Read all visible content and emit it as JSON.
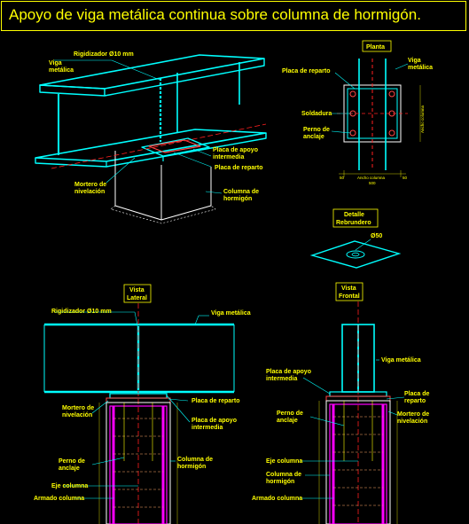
{
  "title": "Apoyo de viga metálica continua sobre columna de hormigón.",
  "colors": {
    "accent": "#ffff00",
    "beam": "#00ffff",
    "steel_plate": "#ff4444",
    "rebar": "#ff00ff",
    "axis": "#ff2020"
  },
  "iso_view": {
    "rigidizador": "Rigidizador Ø10 mm",
    "viga_1": "Viga",
    "viga_2": "metálica",
    "placa_apoyo_1": "Placa de apoyo",
    "placa_apoyo_2": "intermedia",
    "placa_reparto": "Placa de reparto",
    "mortero_1": "Mortero de",
    "mortero_2": "nivelación",
    "columna_1": "Columna de",
    "columna_2": "hormigón"
  },
  "plan_view": {
    "title": "Planta",
    "placa_reparto": "Placa de reparto",
    "viga_1": "Viga",
    "viga_2": "metálica",
    "soldadura": "Soldadura",
    "perno_1": "Perno de",
    "perno_2": "anclaje",
    "eje_columna": "Ancho columna",
    "dim_500": "500",
    "dim_50a": "50",
    "dim_50b": "50",
    "dim_side": "Ancho columna"
  },
  "detail": {
    "title_1": "Detalle",
    "title_2": "Rebrundero",
    "diam": "Ø50"
  },
  "lateral_view": {
    "title_1": "Vista",
    "title_2": "Lateral",
    "rigidizador": "Rigidizador Ø10 mm",
    "viga": "Viga metálica",
    "mortero_1": "Mortero de",
    "mortero_2": "nivelación",
    "placa_reparto": "Placa de reparto",
    "placa_apoyo_1": "Placa de apoyo",
    "placa_apoyo_2": "intermedia",
    "perno_1": "Perno de",
    "perno_2": "anclaje",
    "columna_1": "Columna de",
    "columna_2": "hormigón",
    "eje": "Eje columna",
    "armado": "Armado columna"
  },
  "front_view": {
    "title_1": "Vista",
    "title_2": "Frontal",
    "placa_apoyo_1": "Placa de apoyo",
    "placa_apoyo_2": "intermedia",
    "viga": "Viga metálica",
    "placa_reparto_1": "Placa de",
    "placa_reparto_2": "reparto",
    "perno_1": "Perno de",
    "perno_2": "anclaje",
    "mortero_1": "Mortero de",
    "mortero_2": "nivelación",
    "eje": "Eje columna",
    "columna_1": "Columna de",
    "columna_2": "hormigón",
    "armado": "Armado columna"
  }
}
